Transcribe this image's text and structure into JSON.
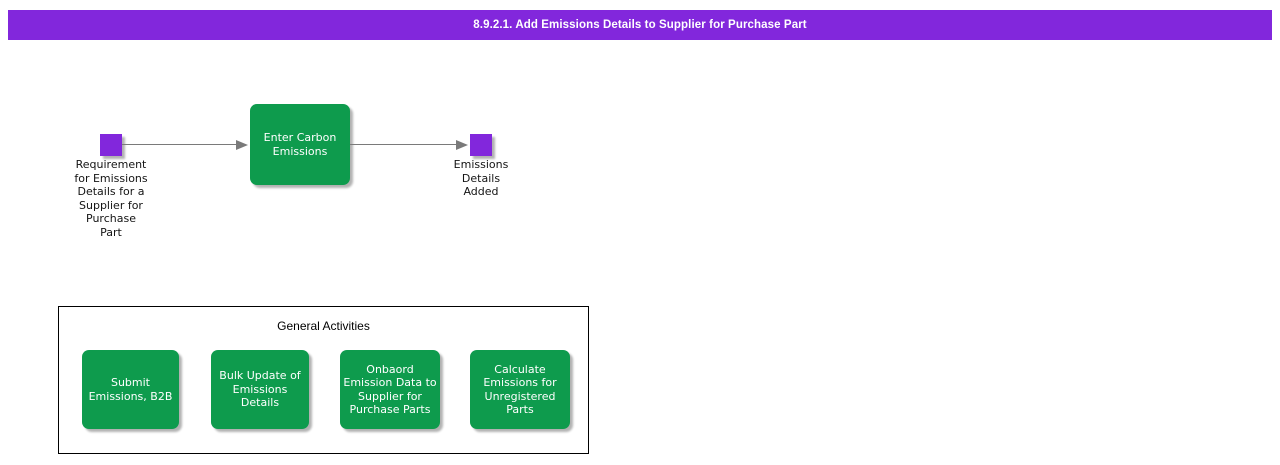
{
  "title": "8.9.2.1. Add Emissions Details to Supplier for Purchase Part",
  "colors": {
    "banner": "#8227DC",
    "event": "#8227DC",
    "activity": "#0E9B4D",
    "connector": "#7A7A7A"
  },
  "flow": {
    "start_event": {
      "label": "Requirement\nfor Emissions\nDetails for a\nSupplier for\nPurchase\nPart"
    },
    "task": {
      "label": "Enter Carbon\nEmissions"
    },
    "end_event": {
      "label": "Emissions\nDetails\nAdded"
    }
  },
  "general_activities": {
    "title": "General Activities",
    "items": [
      {
        "label": "Submit\nEmissions, B2B"
      },
      {
        "label": "Bulk Update of\nEmissions\nDetails"
      },
      {
        "label": "Onbaord\nEmission Data to\nSupplier for\nPurchase Parts"
      },
      {
        "label": "Calculate\nEmissions for\nUnregistered\nParts"
      }
    ]
  }
}
